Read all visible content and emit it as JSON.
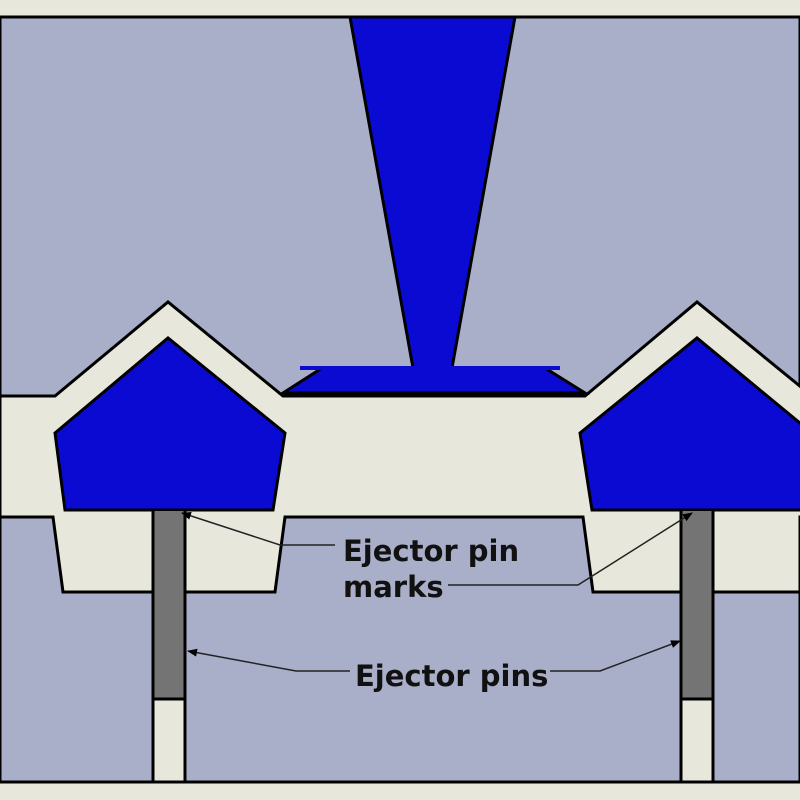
{
  "diagram": {
    "labels": {
      "pin_marks_line1": "Ejector pin",
      "pin_marks_line2": "marks",
      "pins": "Ejector pins"
    },
    "colors": {
      "mold": "#a9aec9",
      "part": "#e8e7dc",
      "plastic": "#0a0ad2",
      "pin": "#747474",
      "outline": "#000000"
    }
  }
}
